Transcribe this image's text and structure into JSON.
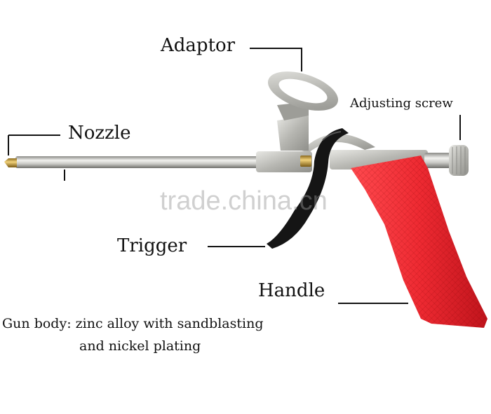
{
  "labels": {
    "adaptor": "Adaptor",
    "adjusting_screw": "Adjusting screw",
    "nozzle": "Nozzle",
    "trigger": "Trigger",
    "handle": "Handle"
  },
  "description": {
    "line1": "Gun body: zinc alloy with sandblasting",
    "line2": "and nickel plating"
  },
  "watermark": "trade.china.cn",
  "colors": {
    "handle": "#e8202a",
    "metal": "#c9c9c6",
    "trigger": "#151515",
    "leader": "#111111"
  }
}
